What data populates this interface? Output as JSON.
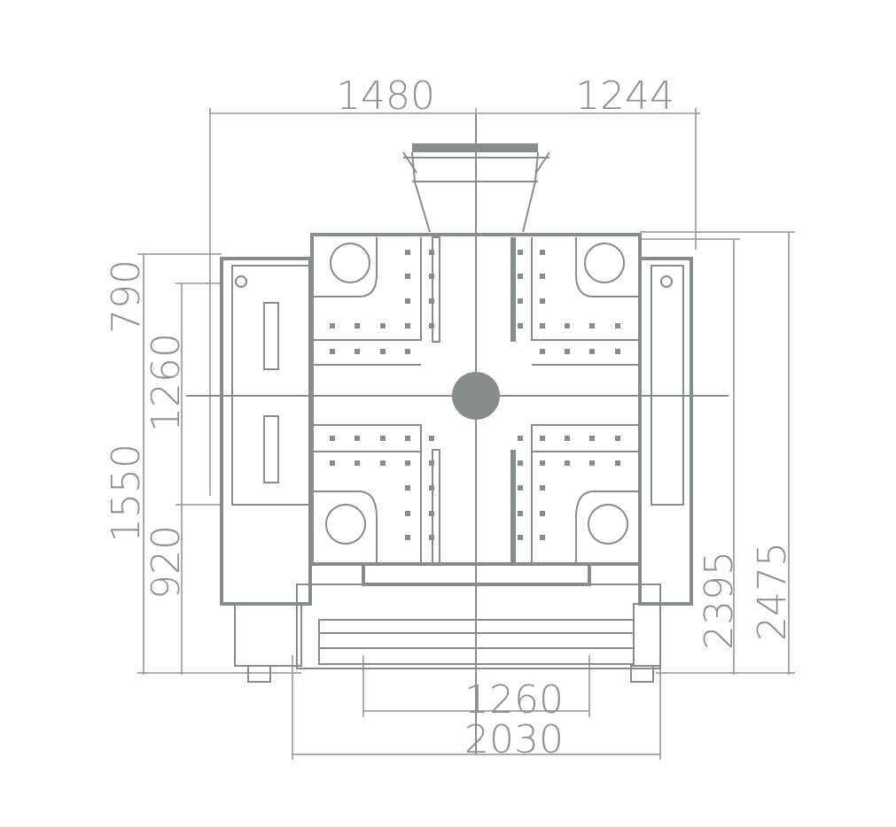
{
  "drawing": {
    "colors": {
      "line": "#878c8c",
      "text": "#8d9292"
    },
    "dimensions": {
      "top_left": "1480",
      "top_right": "1244",
      "left_outer_top": "790",
      "left_inner_top": "1260",
      "left_outer_bottom": "1550",
      "left_inner_bottom": "920",
      "bottom_inner": "1260",
      "bottom_outer": "2030",
      "right_inner": "2395",
      "right_outer": "2475"
    }
  }
}
